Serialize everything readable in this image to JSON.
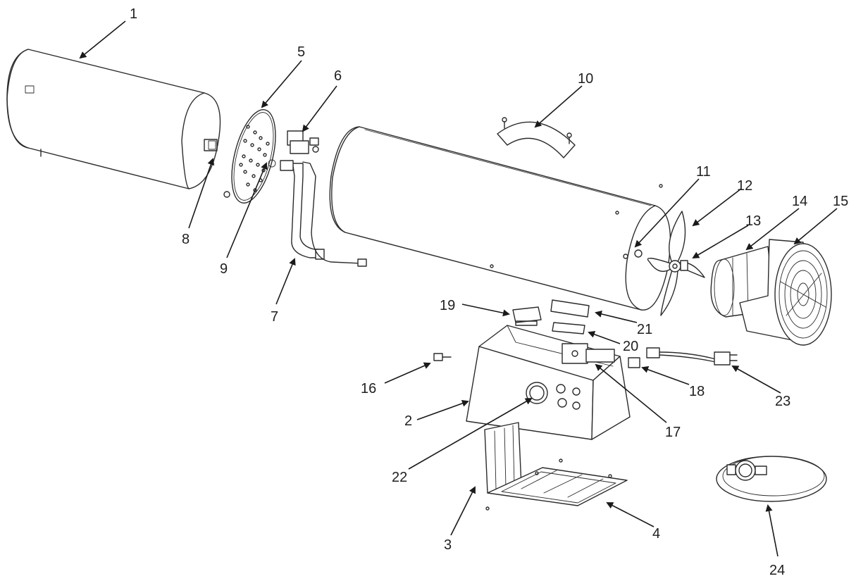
{
  "callouts": [
    {
      "id": "1",
      "label": "1"
    },
    {
      "id": "2",
      "label": "2"
    },
    {
      "id": "3",
      "label": "3"
    },
    {
      "id": "4",
      "label": "4"
    },
    {
      "id": "5",
      "label": "5"
    },
    {
      "id": "6",
      "label": "6"
    },
    {
      "id": "7",
      "label": "7"
    },
    {
      "id": "8",
      "label": "8"
    },
    {
      "id": "9",
      "label": "9"
    },
    {
      "id": "10",
      "label": "10"
    },
    {
      "id": "11",
      "label": "11"
    },
    {
      "id": "12",
      "label": "12"
    },
    {
      "id": "13",
      "label": "13"
    },
    {
      "id": "14",
      "label": "14"
    },
    {
      "id": "15",
      "label": "15"
    },
    {
      "id": "16",
      "label": "16"
    },
    {
      "id": "17",
      "label": "17"
    },
    {
      "id": "18",
      "label": "18"
    },
    {
      "id": "19",
      "label": "19"
    },
    {
      "id": "20",
      "label": "20"
    },
    {
      "id": "21",
      "label": "21"
    },
    {
      "id": "22",
      "label": "22"
    },
    {
      "id": "23",
      "label": "23"
    },
    {
      "id": "24",
      "label": "24"
    }
  ]
}
